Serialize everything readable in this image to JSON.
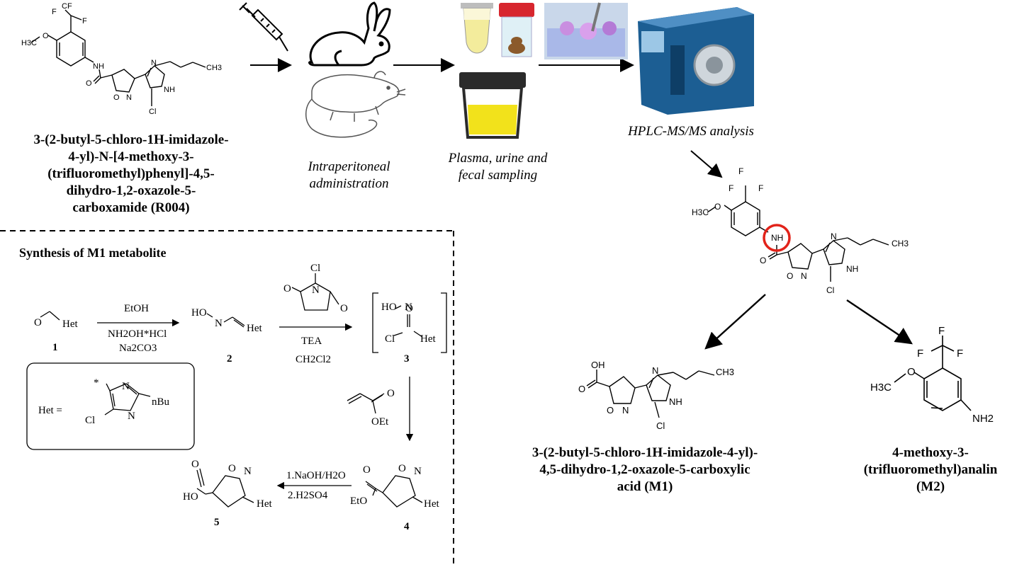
{
  "r004": {
    "name_lines": [
      "3-(2-butyl-5-chloro-1H-imidazole-",
      "4-yl)-N-[4-methoxy-3-",
      "(trifluoromethyl)phenyl]-4,5-",
      "dihydro-1,2-oxazole-5-",
      "carboxamide (R004)"
    ],
    "atoms": {
      "cf3": "CF",
      "f1": "F",
      "f2": "F",
      "h3co": "H3C",
      "o": "O",
      "nh": "NH",
      "o_carbonyl": "O",
      "n_ring": "N",
      "o_ring": "O",
      "n_imid": "N",
      "nh_imid": "NH",
      "cl": "Cl",
      "ch3": "CH3"
    }
  },
  "workflow": {
    "step1": [
      "Intraperitoneal",
      "administration"
    ],
    "step2": [
      "Plasma, urine and",
      "fecal sampling"
    ],
    "step3": "HPLC-MS/MS analysis"
  },
  "synthesis": {
    "title": "Synthesis of M1 metabolite",
    "compound_numbers": [
      "1",
      "2",
      "3",
      "4",
      "5"
    ],
    "reagents": {
      "step_1_2_top": "EtOH",
      "step_1_2_mid": "NH2OH*HCl",
      "step_1_2_bot": "Na2CO3",
      "step_2_3_top": "TEA",
      "step_2_3_bot": "CH2Cl2",
      "step_4_5_top": "1.NaOH/H2O",
      "step_4_5_bot": "2.H2SO4",
      "nchlorosuccinimide_cl": "Cl",
      "acrylate_oet": "OEt"
    },
    "het_definition": {
      "label": "Het =",
      "substituent": "nBu",
      "star": "*",
      "cl": "Cl",
      "n": "N"
    },
    "atoms": {
      "het": "Het",
      "o": "O",
      "n": "N",
      "ho": "HO",
      "cl": "Cl",
      "eto": "EtO",
      "oh": "HO"
    }
  },
  "metabolites": {
    "m1_name_lines": [
      "3-(2-butyl-5-chloro-1H-imidazole-4-yl)-",
      "4,5-dihydro-1,2-oxazole-5-carboxylic",
      "acid (M1)"
    ],
    "m2_name_lines": [
      "4-methoxy-3-",
      "(trifluoromethyl)analin (M2)"
    ],
    "m1_atoms": {
      "oh": "OH",
      "o": "O",
      "n_ring": "N",
      "o_ring": "O",
      "n_imid": "N",
      "nh_imid": "NH",
      "cl": "Cl",
      "ch3": "CH3"
    },
    "m2_atoms": {
      "f": "F",
      "h3c": "H3C",
      "o": "O",
      "nh2": "NH2"
    }
  },
  "center_molecule": {
    "atoms": {
      "f": "F",
      "h3c": "H3C",
      "o": "O",
      "nh": "NH",
      "o_carbonyl": "O",
      "n_ring": "N",
      "o_ring": "O",
      "n_imid": "N",
      "nh_imid": "NH",
      "cl": "Cl",
      "ch3": "CH3"
    },
    "highlight_color": "#e2231a"
  },
  "colors": {
    "lines": "#000000",
    "highlight": "#e2231a",
    "urine": "#f2e21b",
    "lid": "#2b2b2b",
    "hplc": "#1c5e93"
  }
}
